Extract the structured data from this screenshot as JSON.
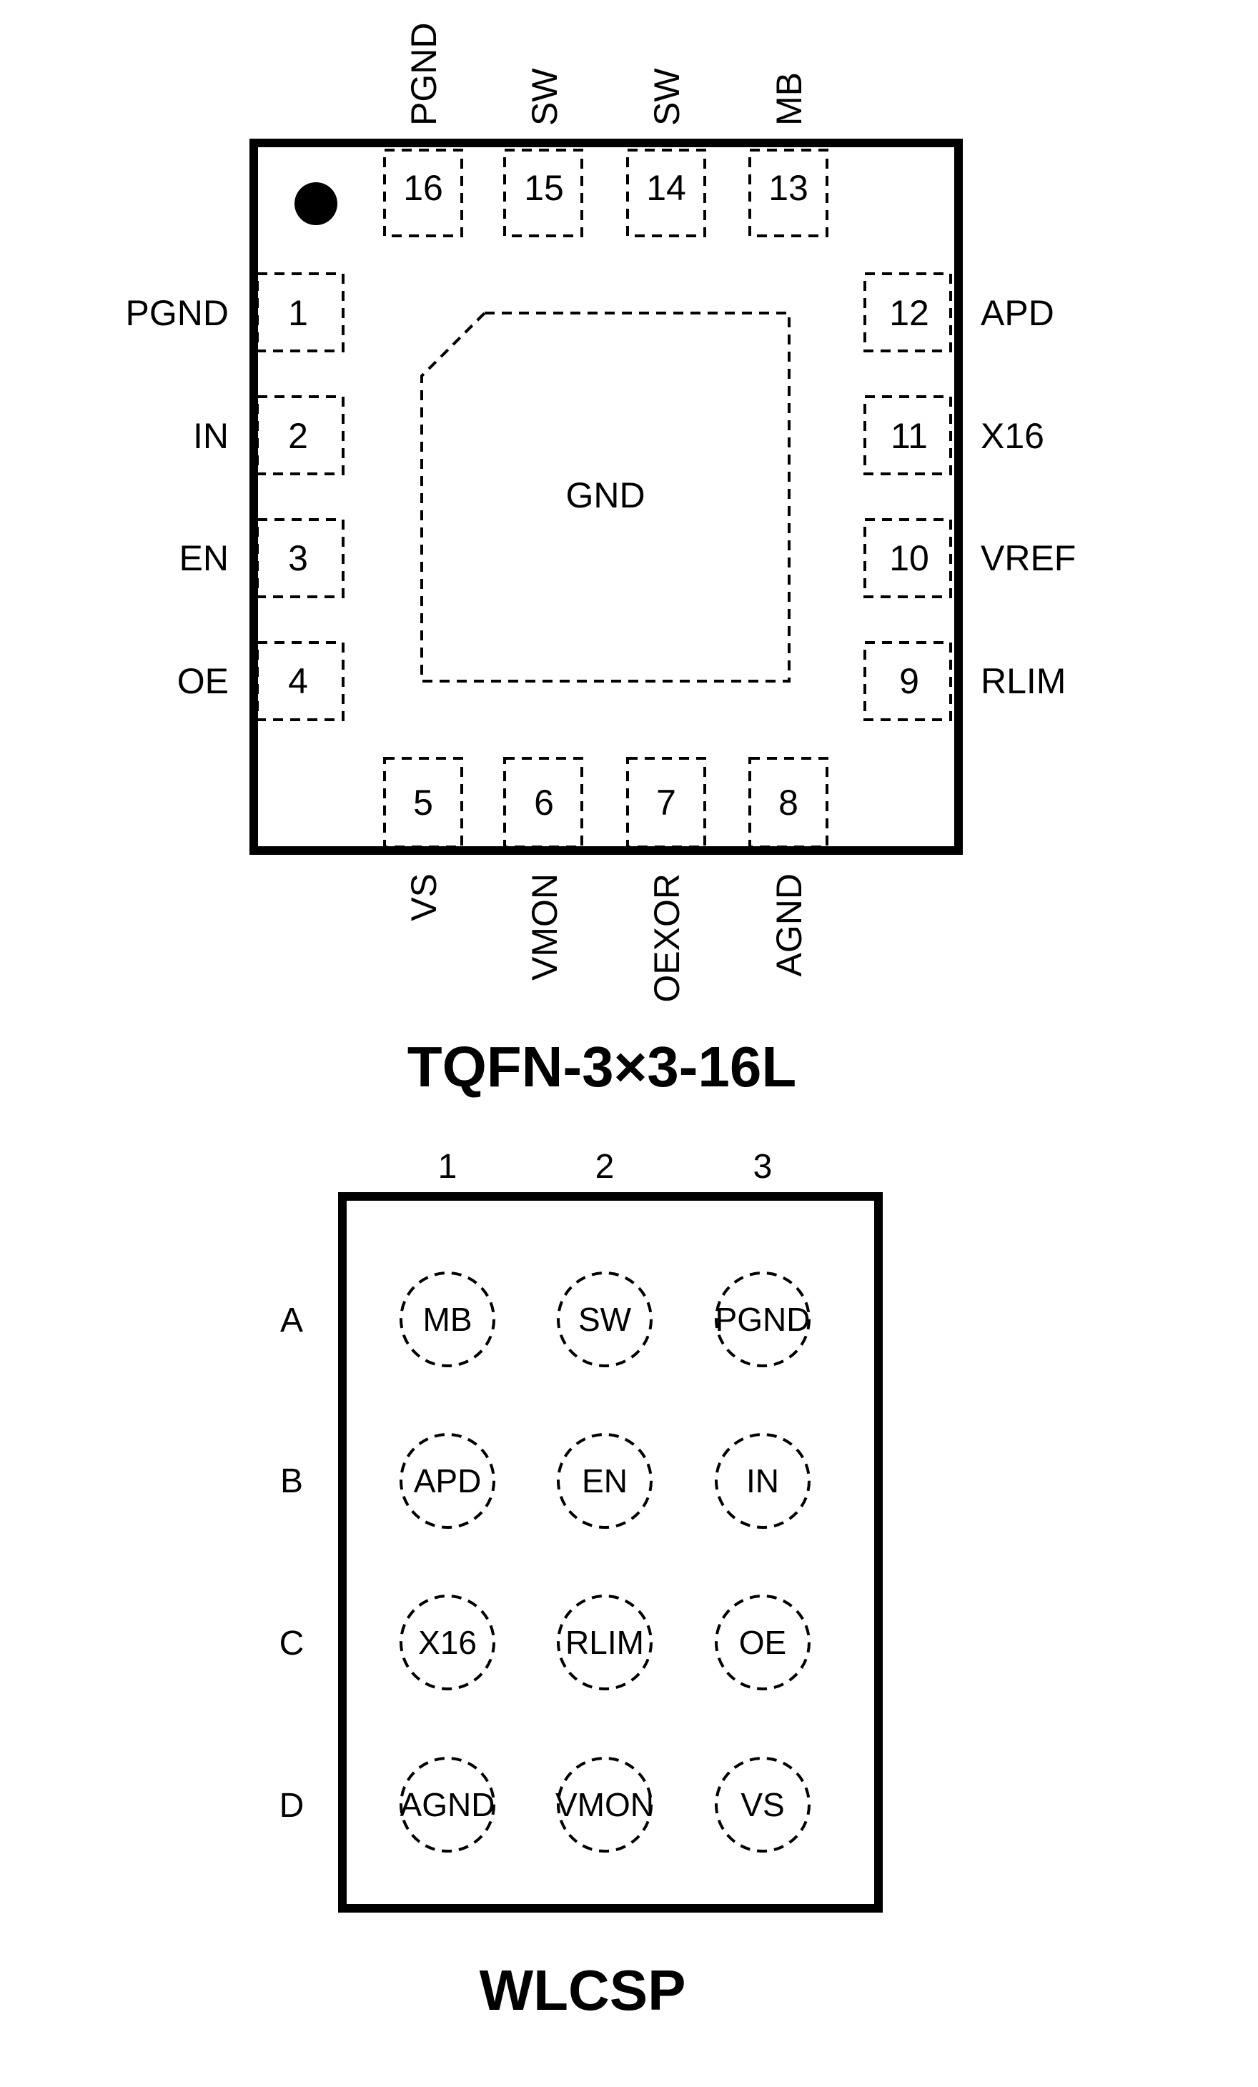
{
  "tqfn": {
    "caption": "TQFN-3×3-16L",
    "pad_label": "GND",
    "pins": [
      {
        "num": "1",
        "name": "PGND"
      },
      {
        "num": "2",
        "name": "IN"
      },
      {
        "num": "3",
        "name": "EN"
      },
      {
        "num": "4",
        "name": "OE"
      },
      {
        "num": "5",
        "name": "VS"
      },
      {
        "num": "6",
        "name": "VMON"
      },
      {
        "num": "7",
        "name": "OEXOR"
      },
      {
        "num": "8",
        "name": "AGND"
      },
      {
        "num": "9",
        "name": "RLIM"
      },
      {
        "num": "10",
        "name": "VREF"
      },
      {
        "num": "11",
        "name": "X16"
      },
      {
        "num": "12",
        "name": "APD"
      },
      {
        "num": "13",
        "name": "MB"
      },
      {
        "num": "14",
        "name": "SW"
      },
      {
        "num": "15",
        "name": "SW"
      },
      {
        "num": "16",
        "name": "PGND"
      }
    ]
  },
  "wlcsp": {
    "caption": "WLCSP",
    "columns": [
      "1",
      "2",
      "3"
    ],
    "rows": [
      "A",
      "B",
      "C",
      "D"
    ],
    "balls": [
      [
        "MB",
        "SW",
        "PGND"
      ],
      [
        "APD",
        "EN",
        "IN"
      ],
      [
        "X16",
        "RLIM",
        "OE"
      ],
      [
        "AGND",
        "VMON",
        "VS"
      ]
    ]
  }
}
